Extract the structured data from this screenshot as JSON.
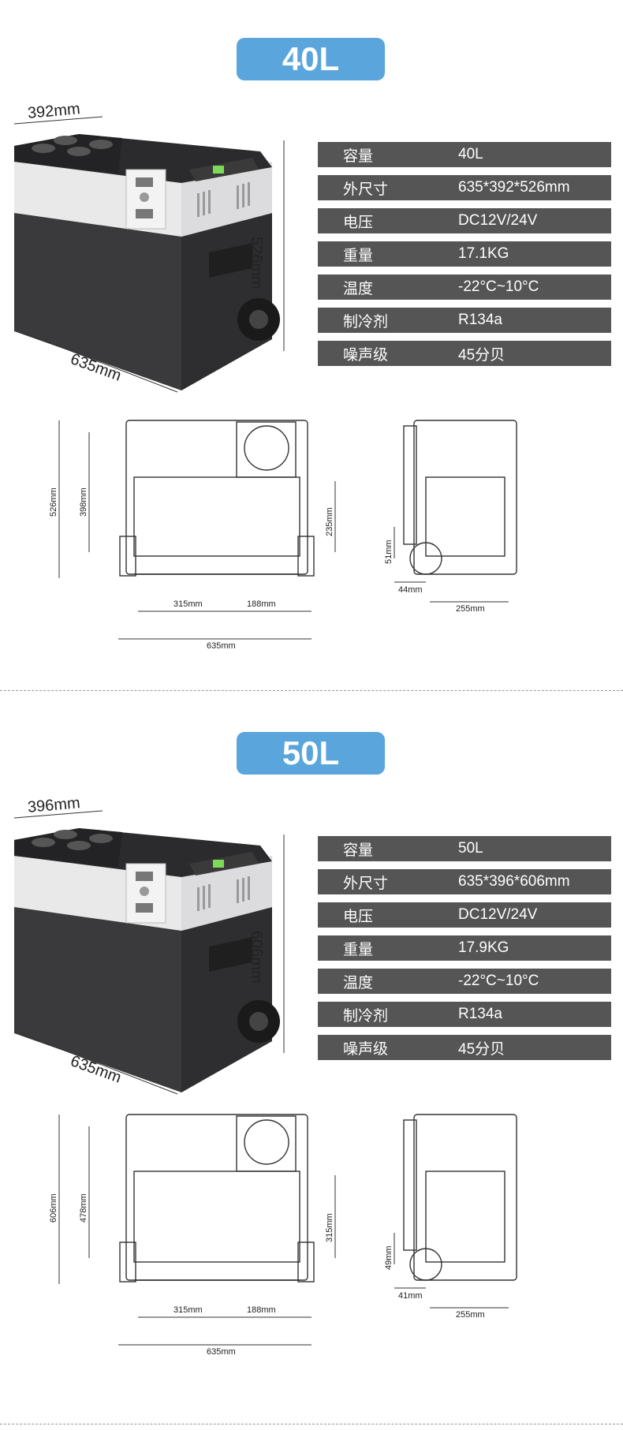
{
  "sections": [
    {
      "badge": "40L",
      "photo_dims": {
        "depth": "392mm",
        "height": "526mm",
        "length": "635mm"
      },
      "specs": [
        {
          "label": "容量",
          "value": "40L"
        },
        {
          "label": "外尺寸",
          "value": "635*392*526mm"
        },
        {
          "label": "电压",
          "value": "DC12V/24V"
        },
        {
          "label": "重量",
          "value": "17.1KG"
        },
        {
          "label": "温度",
          "value": "-22°C~10°C"
        },
        {
          "label": "制冷剂",
          "value": "R134a"
        },
        {
          "label": "噪声级",
          "value": "45分贝"
        }
      ],
      "drawing_dims": {
        "outer_height": "526mm",
        "inner_height": "398mm",
        "step_height": "235mm",
        "left_width": "315mm",
        "right_width": "188mm",
        "total_width": "635mm",
        "side_wheel_height": "51mm",
        "side_offset": "44mm",
        "side_width": "255mm"
      }
    },
    {
      "badge": "50L",
      "photo_dims": {
        "depth": "396mm",
        "height": "606mm",
        "length": "635mm"
      },
      "specs": [
        {
          "label": "容量",
          "value": "50L"
        },
        {
          "label": "外尺寸",
          "value": "635*396*606mm"
        },
        {
          "label": "电压",
          "value": "DC12V/24V"
        },
        {
          "label": "重量",
          "value": "17.9KG"
        },
        {
          "label": "温度",
          "value": "-22°C~10°C"
        },
        {
          "label": "制冷剂",
          "value": "R134a"
        },
        {
          "label": "噪声级",
          "value": "45分贝"
        }
      ],
      "drawing_dims": {
        "outer_height": "606mm",
        "inner_height": "478mm",
        "step_height": "315mm",
        "left_width": "315mm",
        "right_width": "188mm",
        "total_width": "635mm",
        "side_wheel_height": "49mm",
        "side_offset": "41mm",
        "side_width": "255mm"
      }
    }
  ]
}
